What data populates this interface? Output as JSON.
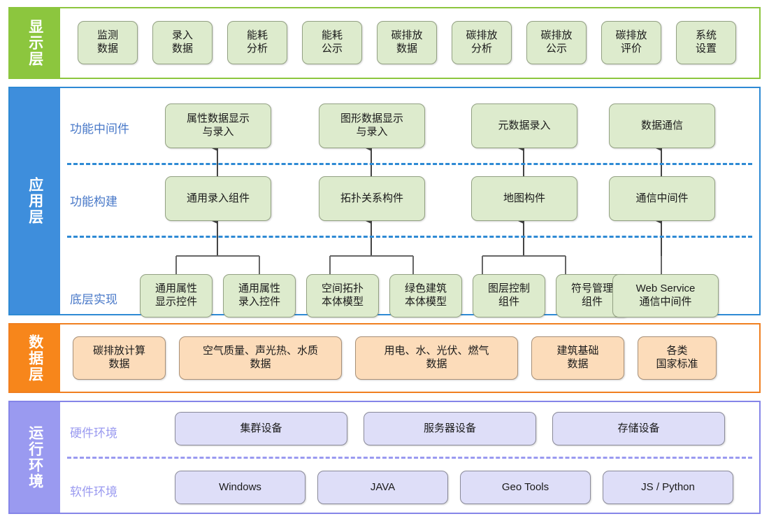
{
  "layers": {
    "display": {
      "tab_label": "显示层",
      "nodes": [
        {
          "label": "监测\n数据"
        },
        {
          "label": "录入\n数据"
        },
        {
          "label": "能耗\n分析"
        },
        {
          "label": "能耗\n公示"
        },
        {
          "label": "碳排放\n数据"
        },
        {
          "label": "碳排放\n分析"
        },
        {
          "label": "碳排放\n公示"
        },
        {
          "label": "碳排放\n评价"
        },
        {
          "label": "系统\n设置"
        }
      ]
    },
    "application": {
      "tab_label": "应用层",
      "rows": [
        {
          "sublabel": "功能中间件",
          "nodes": [
            {
              "label": "属性数据显示\n与录入"
            },
            {
              "label": "图形数据显示\n与录入"
            },
            {
              "label": "元数据录入"
            },
            {
              "label": "数据通信"
            }
          ]
        },
        {
          "sublabel": "功能构建",
          "nodes": [
            {
              "label": "通用录入组件"
            },
            {
              "label": "拓扑关系构件"
            },
            {
              "label": "地图构件"
            },
            {
              "label": "通信中间件"
            }
          ]
        },
        {
          "sublabel": "底层实现",
          "nodes": [
            {
              "label": "通用属性\n显示控件"
            },
            {
              "label": "通用属性\n录入控件"
            },
            {
              "label": "空间拓扑\n本体模型"
            },
            {
              "label": "绿色建筑\n本体模型"
            },
            {
              "label": "图层控制\n组件"
            },
            {
              "label": "符号管理\n组件"
            },
            {
              "label": "Web Service\n通信中间件"
            }
          ]
        }
      ]
    },
    "data": {
      "tab_label": "数据层",
      "nodes": [
        {
          "label": "碳排放计算\n数据"
        },
        {
          "label": "空气质量、声光热、水质\n数据"
        },
        {
          "label": "用电、水、光伏、燃气\n数据"
        },
        {
          "label": "建筑基础\n数据"
        },
        {
          "label": "各类\n国家标准"
        }
      ]
    },
    "runtime": {
      "tab_label": "运行环境",
      "rows": [
        {
          "sublabel": "硬件环境",
          "nodes": [
            {
              "label": "集群设备"
            },
            {
              "label": "服务器设备"
            },
            {
              "label": "存储设备"
            }
          ]
        },
        {
          "sublabel": "软件环境",
          "nodes": [
            {
              "label": "Windows"
            },
            {
              "label": "JAVA"
            },
            {
              "label": "Geo Tools"
            },
            {
              "label": "JS / Python"
            }
          ]
        }
      ]
    }
  },
  "colors": {
    "display_accent": "#8CC63E",
    "application_accent": "#3E8EDC",
    "data_accent": "#F7861B",
    "runtime_accent": "#9A9AF0",
    "node_green": "#DDEBCD",
    "node_orange": "#FCDCBA",
    "node_purple": "#DEDEF8",
    "sublabel_blue": "#4878C8",
    "sublabel_violet": "#9A9AF0"
  }
}
